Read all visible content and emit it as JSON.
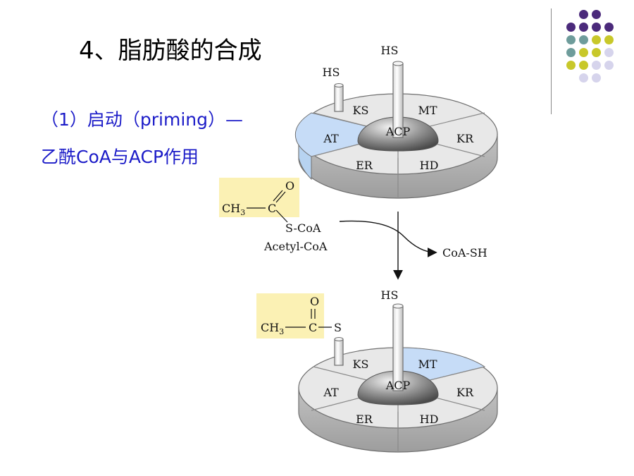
{
  "slide": {
    "title": "4、脂肪酸的合成",
    "subtitle_line1": "（1）启动（priming）—",
    "subtitle_line2": "乙酰CoA与ACP作用"
  },
  "diagram": {
    "complex_top": {
      "hs_center": "HS",
      "hs_left": "HS",
      "hub": "ACP",
      "domains": [
        "KS",
        "MT",
        "KR",
        "HD",
        "ER",
        "AT"
      ],
      "highlighted_domain": "AT"
    },
    "complex_bottom": {
      "hs_center": "HS",
      "hub": "ACP",
      "domains": [
        "KS",
        "MT",
        "KR",
        "HD",
        "ER",
        "AT"
      ],
      "highlighted_domain": "MT"
    },
    "acetyl_coa": {
      "o": "O",
      "ch3": "CH",
      "sub3": "3",
      "c": "C",
      "s_coa": "S-CoA",
      "name": "Acetyl-CoA"
    },
    "acetyl_bound": {
      "o": "O",
      "ch3": "CH",
      "sub3": "3",
      "c": "C",
      "s": "S"
    },
    "byproduct": "CoA-SH"
  },
  "colors": {
    "title": "#000000",
    "subtitle": "#1c1cc8",
    "highlight_domain": "#c6dcf7",
    "highlight_box": "#fbf1b4",
    "dot_purple": "#4b2a7b",
    "dot_teal": "#6e9c9b",
    "dot_yellow": "#c8c82a",
    "dot_lavender": "#d6d4ec"
  }
}
